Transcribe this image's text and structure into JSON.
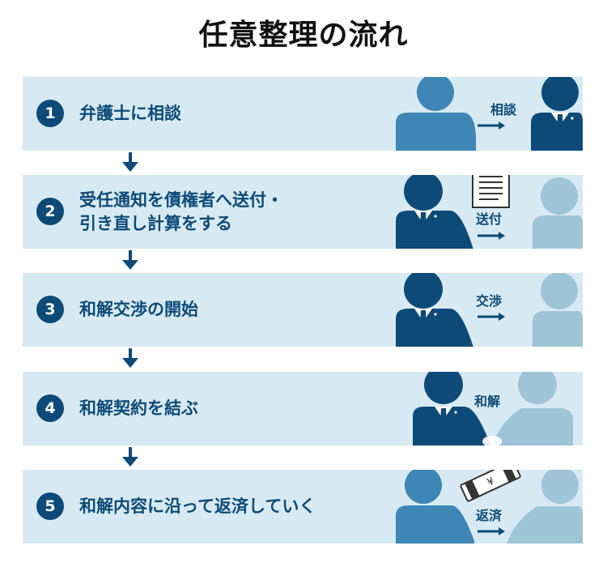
{
  "title": "任意整理の流れ",
  "steps": [
    {
      "number": "1",
      "lines": [
        "弁護士に相談"
      ],
      "action": "相談"
    },
    {
      "number": "2",
      "lines": [
        "受任通知を債権者へ送付・",
        "引き直し計算をする"
      ],
      "action": "送付"
    },
    {
      "number": "3",
      "lines": [
        "和解交渉の開始"
      ],
      "action": "交渉"
    },
    {
      "number": "4",
      "lines": [
        "和解契約を結ぶ"
      ],
      "action": "和解"
    },
    {
      "number": "5",
      "lines": [
        "和解内容に沿って返済していく"
      ],
      "action": "返済"
    }
  ],
  "colors": {
    "panel": "#d7eaf3",
    "accent_navy": "#0d4a78",
    "client_blue": "#3d86b5",
    "creditor_light": "#9ec4d8"
  },
  "icons": {
    "client": "person-client-icon",
    "lawyer": "person-lawyer-icon",
    "creditor": "person-creditor-icon",
    "document": "document-icon",
    "money": "money-bundle-icon",
    "arrow": "arrow-right-icon"
  }
}
